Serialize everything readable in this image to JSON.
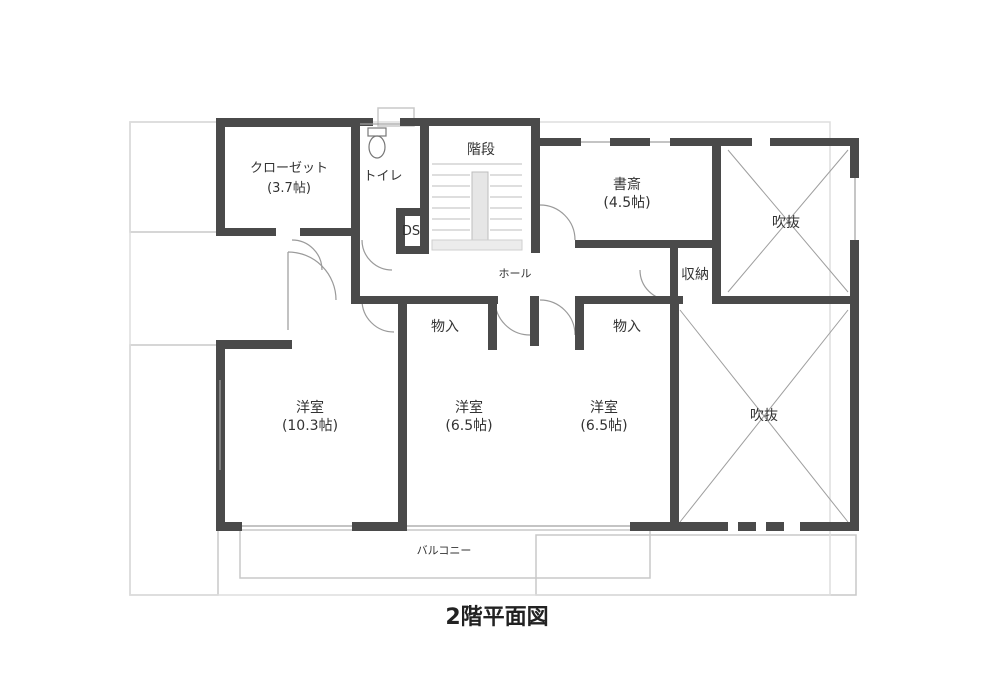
{
  "title": "2階平面図",
  "rooms": {
    "closet": {
      "name": "クローゼット",
      "size": "(3.7帖)"
    },
    "toilet": {
      "name": "トイレ"
    },
    "ds": {
      "name": "DS"
    },
    "stairs": {
      "name": "階段"
    },
    "study": {
      "name": "書斎",
      "size": "(4.5帖)"
    },
    "void_upper": {
      "name": "吹抜"
    },
    "hall": {
      "name": "ホール"
    },
    "storage": {
      "name": "収納"
    },
    "closet_mid_left": {
      "name": "物入"
    },
    "closet_mid_right": {
      "name": "物入"
    },
    "room_large": {
      "name": "洋室",
      "size": "(10.3帖)"
    },
    "room_mid": {
      "name": "洋室",
      "size": "(6.5帖)"
    },
    "room_right": {
      "name": "洋室",
      "size": "(6.5帖)"
    },
    "void_lower": {
      "name": "吹抜"
    },
    "balcony": {
      "name": "バルコニー"
    }
  }
}
